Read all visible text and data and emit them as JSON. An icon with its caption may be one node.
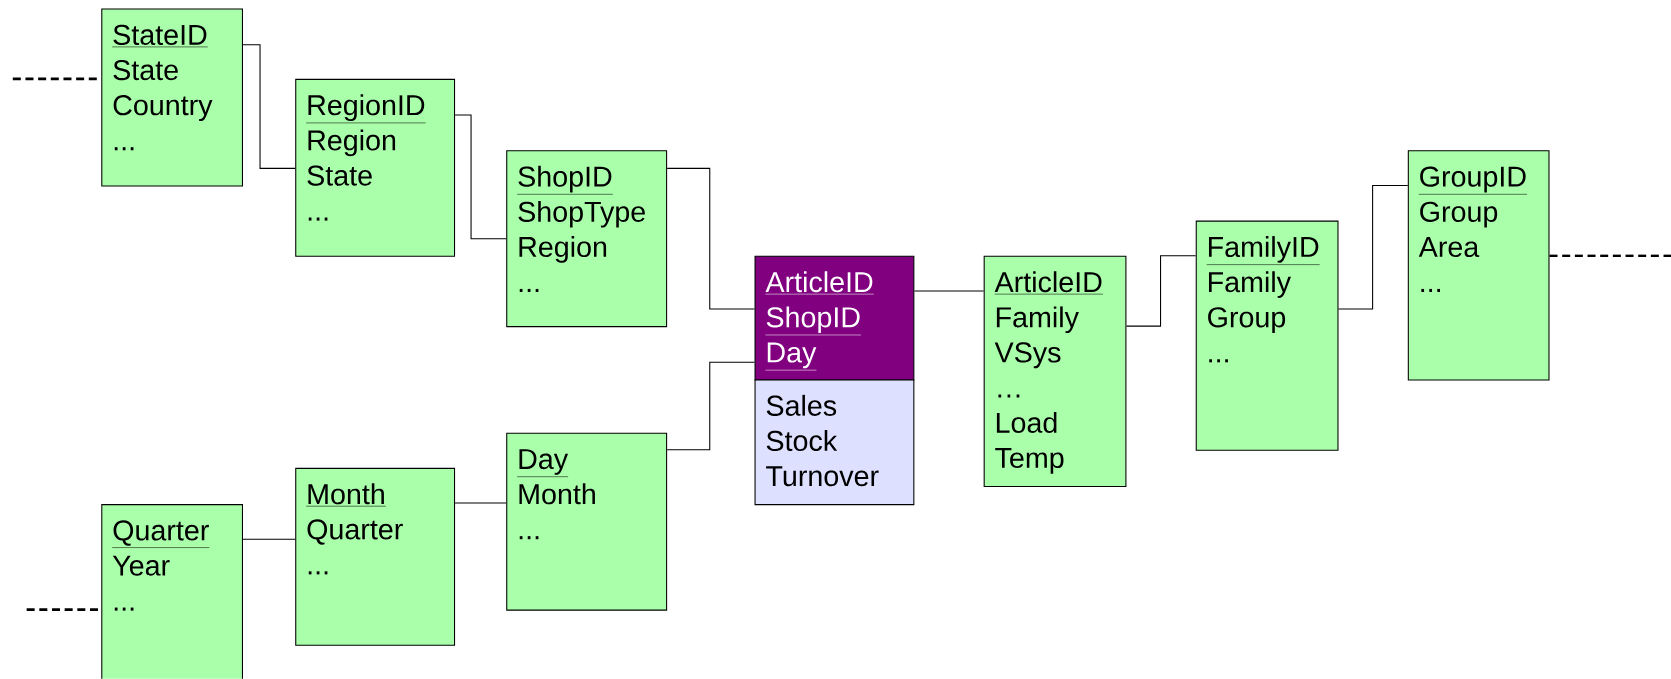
{
  "diagram": {
    "nodes": [
      {
        "text": [
          "StateID",
          "State",
          "Country",
          "..."
        ]
      },
      {
        "text": [
          "RegionID",
          "Region",
          "State",
          "..."
        ]
      },
      {
        "text": [
          "ShopID",
          "ShopType",
          "Region",
          "..."
        ]
      },
      {
        "text": [
          "ArticleID",
          "ShopID",
          "Day"
        ]
      },
      {
        "text": [
          "Sales",
          "Stock",
          "Turnover"
        ]
      },
      {
        "text": [
          "ArticleID",
          "Family",
          "VSys",
          "…",
          "Load",
          "Temp"
        ]
      },
      {
        "text": [
          "FamilyID",
          "Family",
          "Group",
          "..."
        ]
      },
      {
        "text": [
          "GroupID",
          "Group",
          "Area",
          "..."
        ]
      },
      {
        "text": [
          "Day",
          "Month",
          "..."
        ]
      },
      {
        "text": [
          "Month",
          "Quarter",
          "..."
        ]
      },
      {
        "text": [
          "Quarter",
          "Year",
          "..."
        ]
      }
    ],
    "edges": [
      {
        "from": 0,
        "to": 1,
        "arrow": "none"
      },
      {
        "from": 1,
        "to": 2,
        "arrow": "none"
      },
      {
        "from": 2,
        "to": 3,
        "arrow": "none"
      },
      {
        "from": 3,
        "to": 5,
        "arrow": "none"
      },
      {
        "from": 5,
        "to": 6,
        "arrow": "none"
      },
      {
        "from": 6,
        "to": 7,
        "arrow": "none"
      },
      {
        "from": 8,
        "to": 3,
        "arrow": "none"
      },
      {
        "from": 9,
        "to": 8,
        "arrow": "none"
      },
      {
        "from": 10,
        "to": 9,
        "arrow": "none"
      },
      {
        "from": null,
        "to": 0,
        "arrow": "none",
        "style": "dashed"
      },
      {
        "from": null,
        "to": 10,
        "arrow": "none",
        "style": "dashed"
      },
      {
        "from": 7,
        "to": null,
        "arrow": "none",
        "style": "dashed"
      }
    ]
  }
}
